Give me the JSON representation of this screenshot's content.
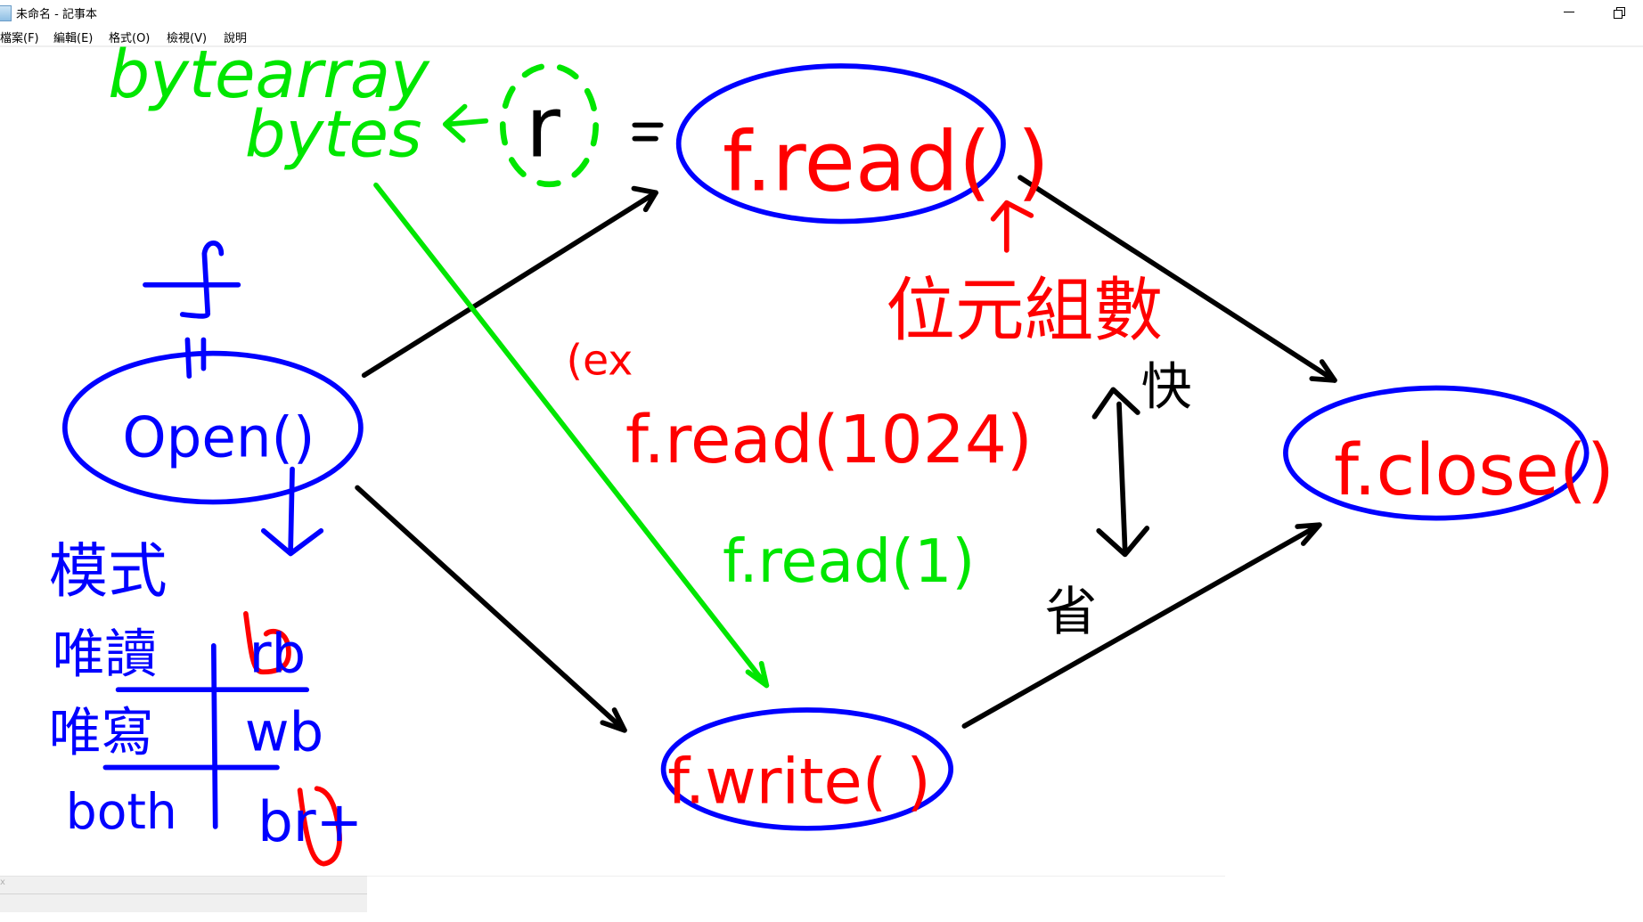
{
  "window": {
    "title": "未命名 - 記事本",
    "buttons": {
      "minimize": "minimize",
      "restore": "restore"
    }
  },
  "menu": {
    "items": [
      {
        "label": "檔案(F)"
      },
      {
        "label": "編輯(E)"
      },
      {
        "label": "格式(O)"
      },
      {
        "label": "檢視(V)"
      },
      {
        "label": "說明"
      }
    ]
  },
  "colors": {
    "blue": "#0000ff",
    "red": "#ff0000",
    "green": "#00e600",
    "black": "#000000"
  },
  "drawing": {
    "bytearray": "bytearray",
    "bytes": "bytes",
    "r_var": "r",
    "equals": "=",
    "fread": "f.read( )",
    "byte_count_note": "位元組數",
    "f_var": "f",
    "f_equals": "=",
    "open": "Open()",
    "ex_label": "(ex",
    "fread_1024": "f.read(1024)",
    "fread_1": "f.read(1)",
    "fast": "快",
    "save": "省",
    "fwrite": "f.write( )",
    "fclose": "f.close()",
    "mode_label": "模式",
    "mode_table": [
      {
        "label": "唯讀",
        "mode": "rb"
      },
      {
        "label": "唯寫",
        "mode": "wb"
      },
      {
        "label": "both",
        "mode": "br+"
      }
    ]
  },
  "scrollbar": {
    "close_glyph": "x"
  }
}
